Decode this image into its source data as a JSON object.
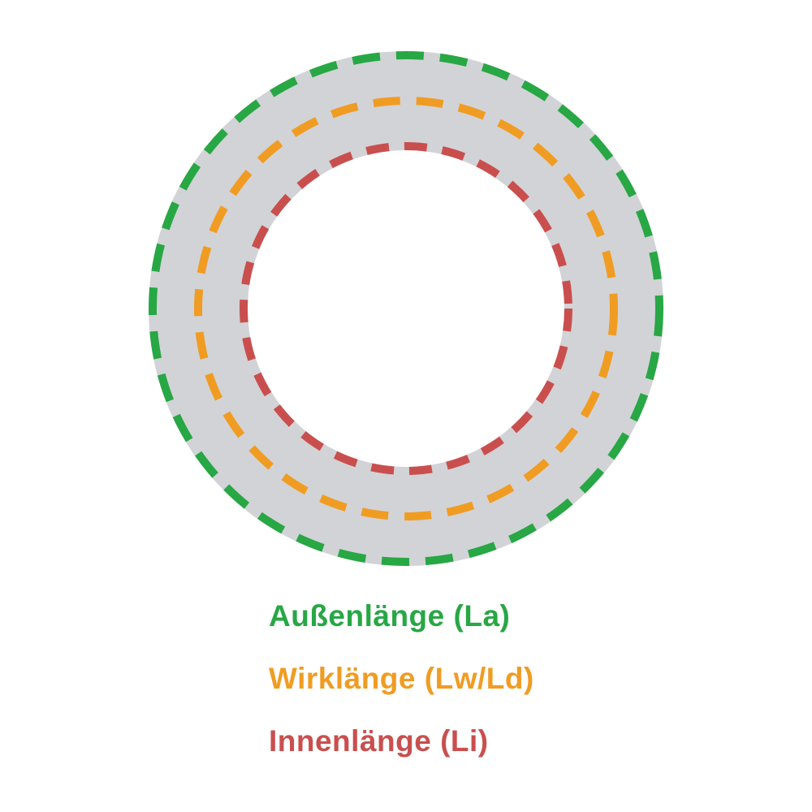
{
  "diagram": {
    "ring": {
      "fill_color": "#D2D3D6"
    },
    "circles": [
      {
        "id": "outer",
        "semantic": "Außenlänge",
        "abbr": "La",
        "color": "#28A745"
      },
      {
        "id": "effective",
        "semantic": "Wirklänge",
        "abbr": "Lw/Ld",
        "color": "#F09C23"
      },
      {
        "id": "inner",
        "semantic": "Innenlänge",
        "abbr": "Li",
        "color": "#C94F4E"
      }
    ]
  },
  "legend": {
    "items": [
      {
        "label": "Außenlänge (La)",
        "color": "#28A745"
      },
      {
        "label": "Wirklänge (Lw/Ld)",
        "color": "#F09C23"
      },
      {
        "label": "Innenlänge (Li)",
        "color": "#C94F4E"
      }
    ]
  }
}
